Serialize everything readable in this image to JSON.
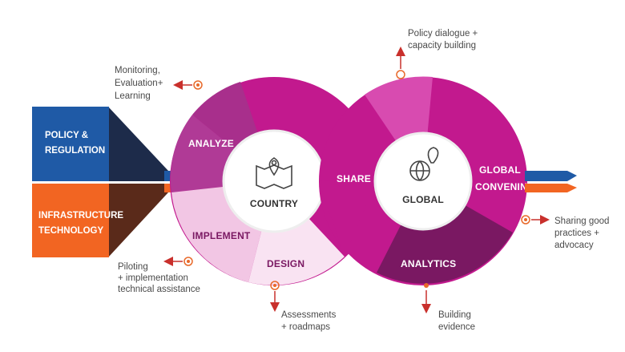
{
  "left_boxes": {
    "policy": [
      "POLICY &",
      "REGULATION"
    ],
    "infrastructure": [
      "INFRASTRUCTURE",
      "TECHNOLOGY"
    ]
  },
  "country_loop": {
    "center_label": "COUNTRY",
    "segments": {
      "analyze": "ANALYZE",
      "implement": "IMPLEMENT",
      "design": "DESIGN"
    }
  },
  "share_label": "SHARE",
  "global_loop": {
    "center_label": "GLOBAL",
    "segments": {
      "convening": [
        "GLOBAL",
        "CONVENING"
      ],
      "analytics": "ANALYTICS"
    }
  },
  "annotations": {
    "monitoring": [
      "Monitoring,",
      "Evaluation+",
      "Learning"
    ],
    "policy_dialogue": [
      "Policy dialogue +",
      "capacity building"
    ],
    "piloting": [
      "Piloting",
      "+ implementation",
      "technical assistance"
    ],
    "assessments": [
      "Assessments",
      "+ roadmaps"
    ],
    "building": [
      "Building",
      "evidence"
    ],
    "sharing": [
      "Sharing good",
      "practices +",
      "advocacy"
    ]
  },
  "colors": {
    "policy_box": "#1f5aa6",
    "infra_box": "#f26522",
    "dark_navy": "#1d2b4a",
    "dark_brown": "#5a2a1a",
    "magenta": "#c2198e",
    "magenta_light": "#d84bb0",
    "pink_pale": "#f2c6e4",
    "purple_dark": "#7a1862",
    "accent_red": "#c9302c",
    "dot_orange": "#e8692a"
  },
  "icons": {
    "country": "map-pin-icon",
    "global": "globe-pin-icon"
  }
}
